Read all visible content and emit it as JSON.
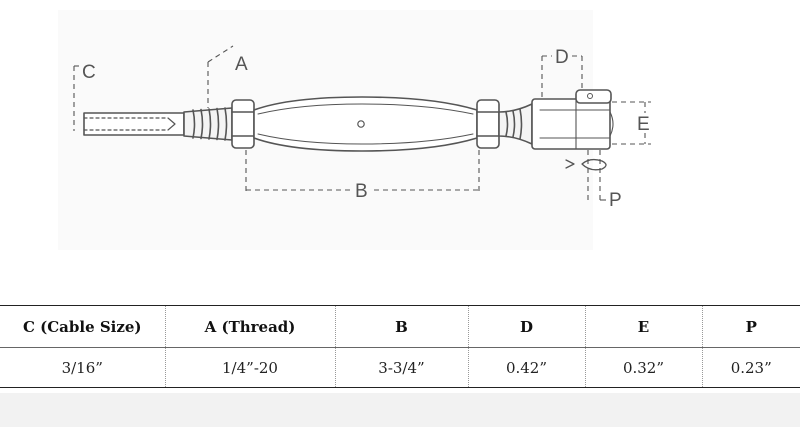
{
  "diagram": {
    "labels": {
      "c": "C",
      "a": "A",
      "b": "B",
      "d": "D",
      "e": "E",
      "p": "P"
    },
    "stroke_color": "#555555"
  },
  "table": {
    "columns": [
      "C (Cable Size)",
      "A (Thread)",
      "B",
      "D",
      "E",
      "P"
    ],
    "rows": [
      [
        "3/16”",
        "1/4”-20",
        "3-3/4”",
        "0.42”",
        "0.32”",
        "0.23”"
      ]
    ]
  }
}
